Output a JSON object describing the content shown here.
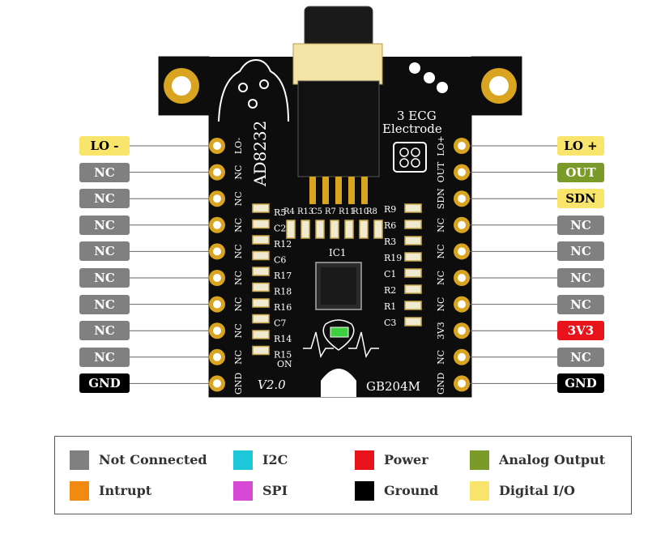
{
  "colors": {
    "not_connected": "#808080",
    "i2c": "#1ec8d8",
    "power": "#e8131b",
    "analog_output": "#7a9a2a",
    "intrupt": "#f28a12",
    "spi": "#d84ad6",
    "ground": "#000000",
    "digital_io": "#f9e46c",
    "board": "#0d0d0d",
    "pad": "#d9a520"
  },
  "board": {
    "chip_label": "AD8232",
    "electrode_label_line1": "3 ECG",
    "electrode_label_line2": "Electrode",
    "ic_label": "IC1",
    "version_label": "V2.0",
    "model_label": "GB204M",
    "on_label": "ON",
    "left_silk": [
      "LO-",
      "NC",
      "NC",
      "NC",
      "NC",
      "NC",
      "NC",
      "NC",
      "NC",
      "GND"
    ],
    "right_silk": [
      "LO+",
      "OUT",
      "SDN",
      "NC",
      "NC",
      "NC",
      "NC",
      "3V3",
      "NC",
      "GND"
    ],
    "top_parts": [
      "R4",
      "R13",
      "C5",
      "R7",
      "R11",
      "R10",
      "R8"
    ],
    "left_parts": [
      "R5",
      "C2",
      "R12",
      "C6",
      "R17",
      "R18",
      "R16",
      "C7",
      "R14",
      "R15"
    ],
    "right_parts": [
      "R9",
      "R6",
      "R3",
      "R19",
      "C1",
      "R2",
      "R1",
      "C3"
    ]
  },
  "left_pins": [
    {
      "label": "LO -",
      "type": "digital_io"
    },
    {
      "label": "NC",
      "type": "not_connected"
    },
    {
      "label": "NC",
      "type": "not_connected"
    },
    {
      "label": "NC",
      "type": "not_connected"
    },
    {
      "label": "NC",
      "type": "not_connected"
    },
    {
      "label": "NC",
      "type": "not_connected"
    },
    {
      "label": "NC",
      "type": "not_connected"
    },
    {
      "label": "NC",
      "type": "not_connected"
    },
    {
      "label": "NC",
      "type": "not_connected"
    },
    {
      "label": "GND",
      "type": "ground"
    }
  ],
  "right_pins": [
    {
      "label": "LO +",
      "type": "digital_io"
    },
    {
      "label": "OUT",
      "type": "analog_output"
    },
    {
      "label": "SDN",
      "type": "digital_io"
    },
    {
      "label": "NC",
      "type": "not_connected"
    },
    {
      "label": "NC",
      "type": "not_connected"
    },
    {
      "label": "NC",
      "type": "not_connected"
    },
    {
      "label": "NC",
      "type": "not_connected"
    },
    {
      "label": "3V3",
      "type": "power"
    },
    {
      "label": "NC",
      "type": "not_connected"
    },
    {
      "label": "GND",
      "type": "ground"
    }
  ],
  "legend": [
    {
      "label": "Not Connected",
      "type": "not_connected"
    },
    {
      "label": "I2C",
      "type": "i2c"
    },
    {
      "label": "Power",
      "type": "power"
    },
    {
      "label": "Analog Output",
      "type": "analog_output"
    },
    {
      "label": "Intrupt",
      "type": "intrupt"
    },
    {
      "label": "SPI",
      "type": "spi"
    },
    {
      "label": "Ground",
      "type": "ground"
    },
    {
      "label": "Digital I/O",
      "type": "digital_io"
    }
  ]
}
